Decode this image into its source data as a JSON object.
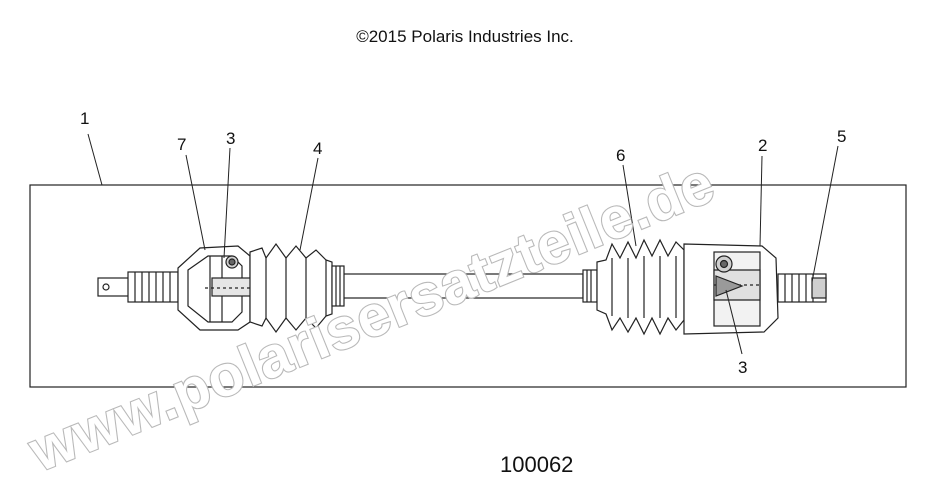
{
  "copyright": "©2015 Polaris Industries Inc.",
  "figure_number": "100062",
  "watermark": "www.polarisersatzteile.de",
  "callouts": [
    {
      "id": "c1",
      "label": "1"
    },
    {
      "id": "c7",
      "label": "7"
    },
    {
      "id": "c3a",
      "label": "3"
    },
    {
      "id": "c4",
      "label": "4"
    },
    {
      "id": "c6",
      "label": "6"
    },
    {
      "id": "c2",
      "label": "2"
    },
    {
      "id": "c5",
      "label": "5"
    },
    {
      "id": "c3b",
      "label": "3"
    }
  ]
}
